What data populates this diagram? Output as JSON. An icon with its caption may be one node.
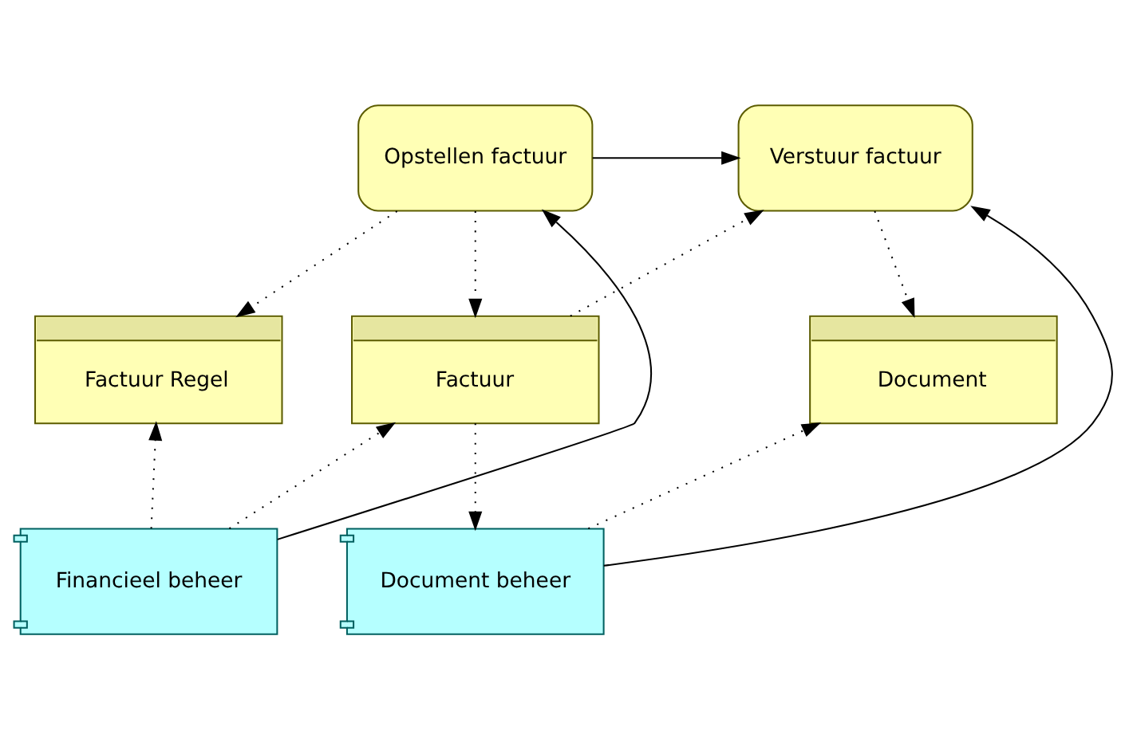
{
  "diagram": {
    "nodes": [
      {
        "text": [
          "Opstellen factuur"
        ]
      },
      {
        "text": [
          "Verstuur factuur"
        ]
      },
      {
        "text": [
          "Factuur Regel"
        ]
      },
      {
        "text": [
          "Factuur"
        ]
      },
      {
        "text": [
          "Document"
        ]
      },
      {
        "text": [
          "Financieel beheer"
        ]
      },
      {
        "text": [
          "Document beheer"
        ]
      }
    ],
    "edges": [
      {
        "from": 0,
        "to": 1,
        "arrow": "to"
      },
      {
        "from": 0,
        "to": 2,
        "arrow": "to",
        "style": "dashed"
      },
      {
        "from": 0,
        "to": 3,
        "arrow": "to",
        "style": "dashed"
      },
      {
        "from": 3,
        "to": 1,
        "arrow": "to",
        "style": "dashed"
      },
      {
        "from": 1,
        "to": 4,
        "arrow": "to",
        "style": "dashed"
      },
      {
        "from": 5,
        "to": 0,
        "arrow": "to"
      },
      {
        "from": 5,
        "to": 2,
        "arrow": "to",
        "style": "dashed"
      },
      {
        "from": 5,
        "to": 3,
        "arrow": "to",
        "style": "dashed"
      },
      {
        "from": 3,
        "to": 6,
        "arrow": "to",
        "style": "dashed"
      },
      {
        "from": 6,
        "to": 1,
        "arrow": "to"
      },
      {
        "from": 6,
        "to": 4,
        "arrow": "to",
        "style": "dashed"
      }
    ]
  }
}
